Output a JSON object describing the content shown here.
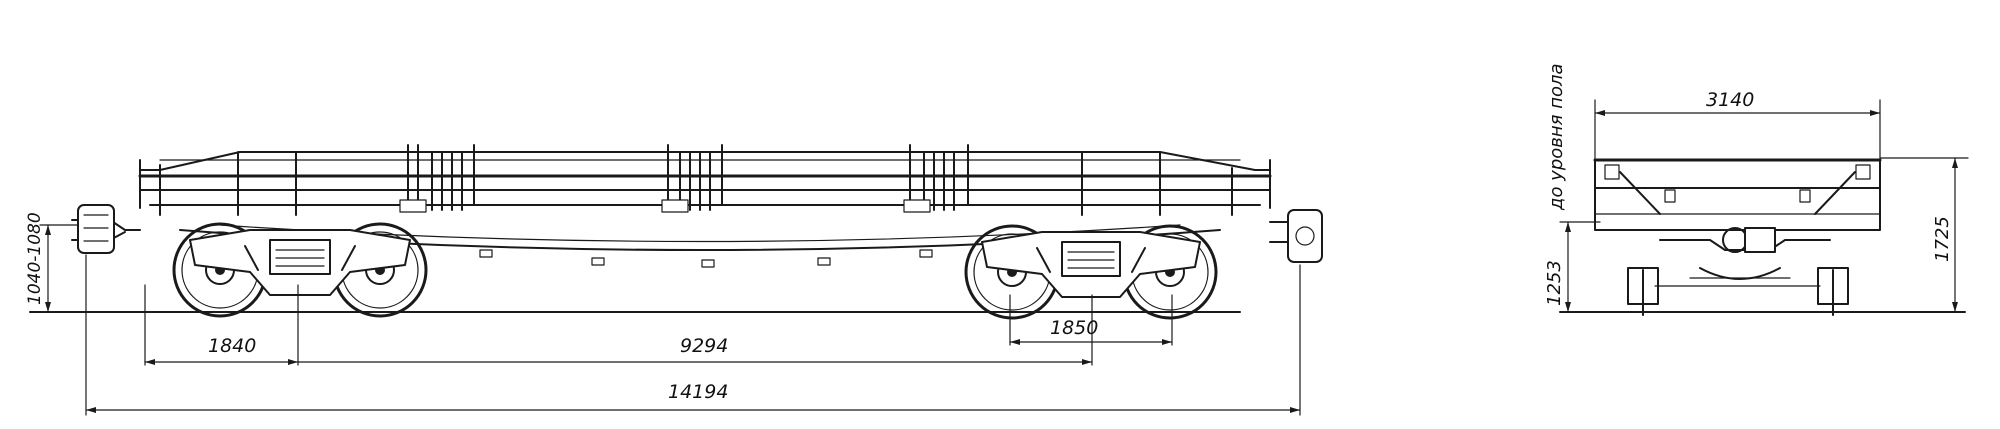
{
  "dimensions": {
    "coupler_height": "1040-1080",
    "bogie_wheelbase": "1840",
    "bogie_centers": "9294",
    "bogie_wheelbase_right": "1850",
    "length_over_couplers": "14194",
    "width": "3140",
    "floor_height": "1253",
    "total_height": "1725",
    "floor_label": "до уровня пола"
  }
}
